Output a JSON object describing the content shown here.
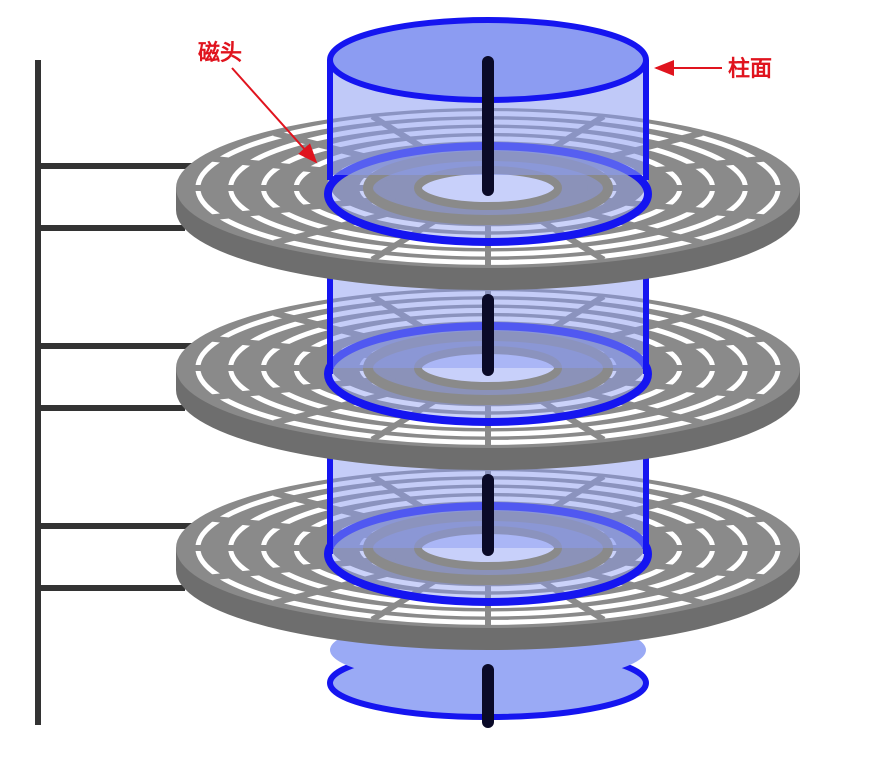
{
  "labels": {
    "head": "磁头",
    "cylinder": "柱面"
  },
  "colors": {
    "label_red": "#e0141e",
    "platter_gray": "#8a8a8a",
    "platter_edge": "#6e6e6e",
    "cylinder_fill": "#8c9cf2",
    "cylinder_stroke": "#1515f0",
    "spindle": "#0a0a28",
    "arm": "#333333",
    "background": "#ffffff"
  },
  "structure": {
    "platter_count": 3,
    "tracks_per_platter": 6,
    "sectors_per_platter": 16
  }
}
